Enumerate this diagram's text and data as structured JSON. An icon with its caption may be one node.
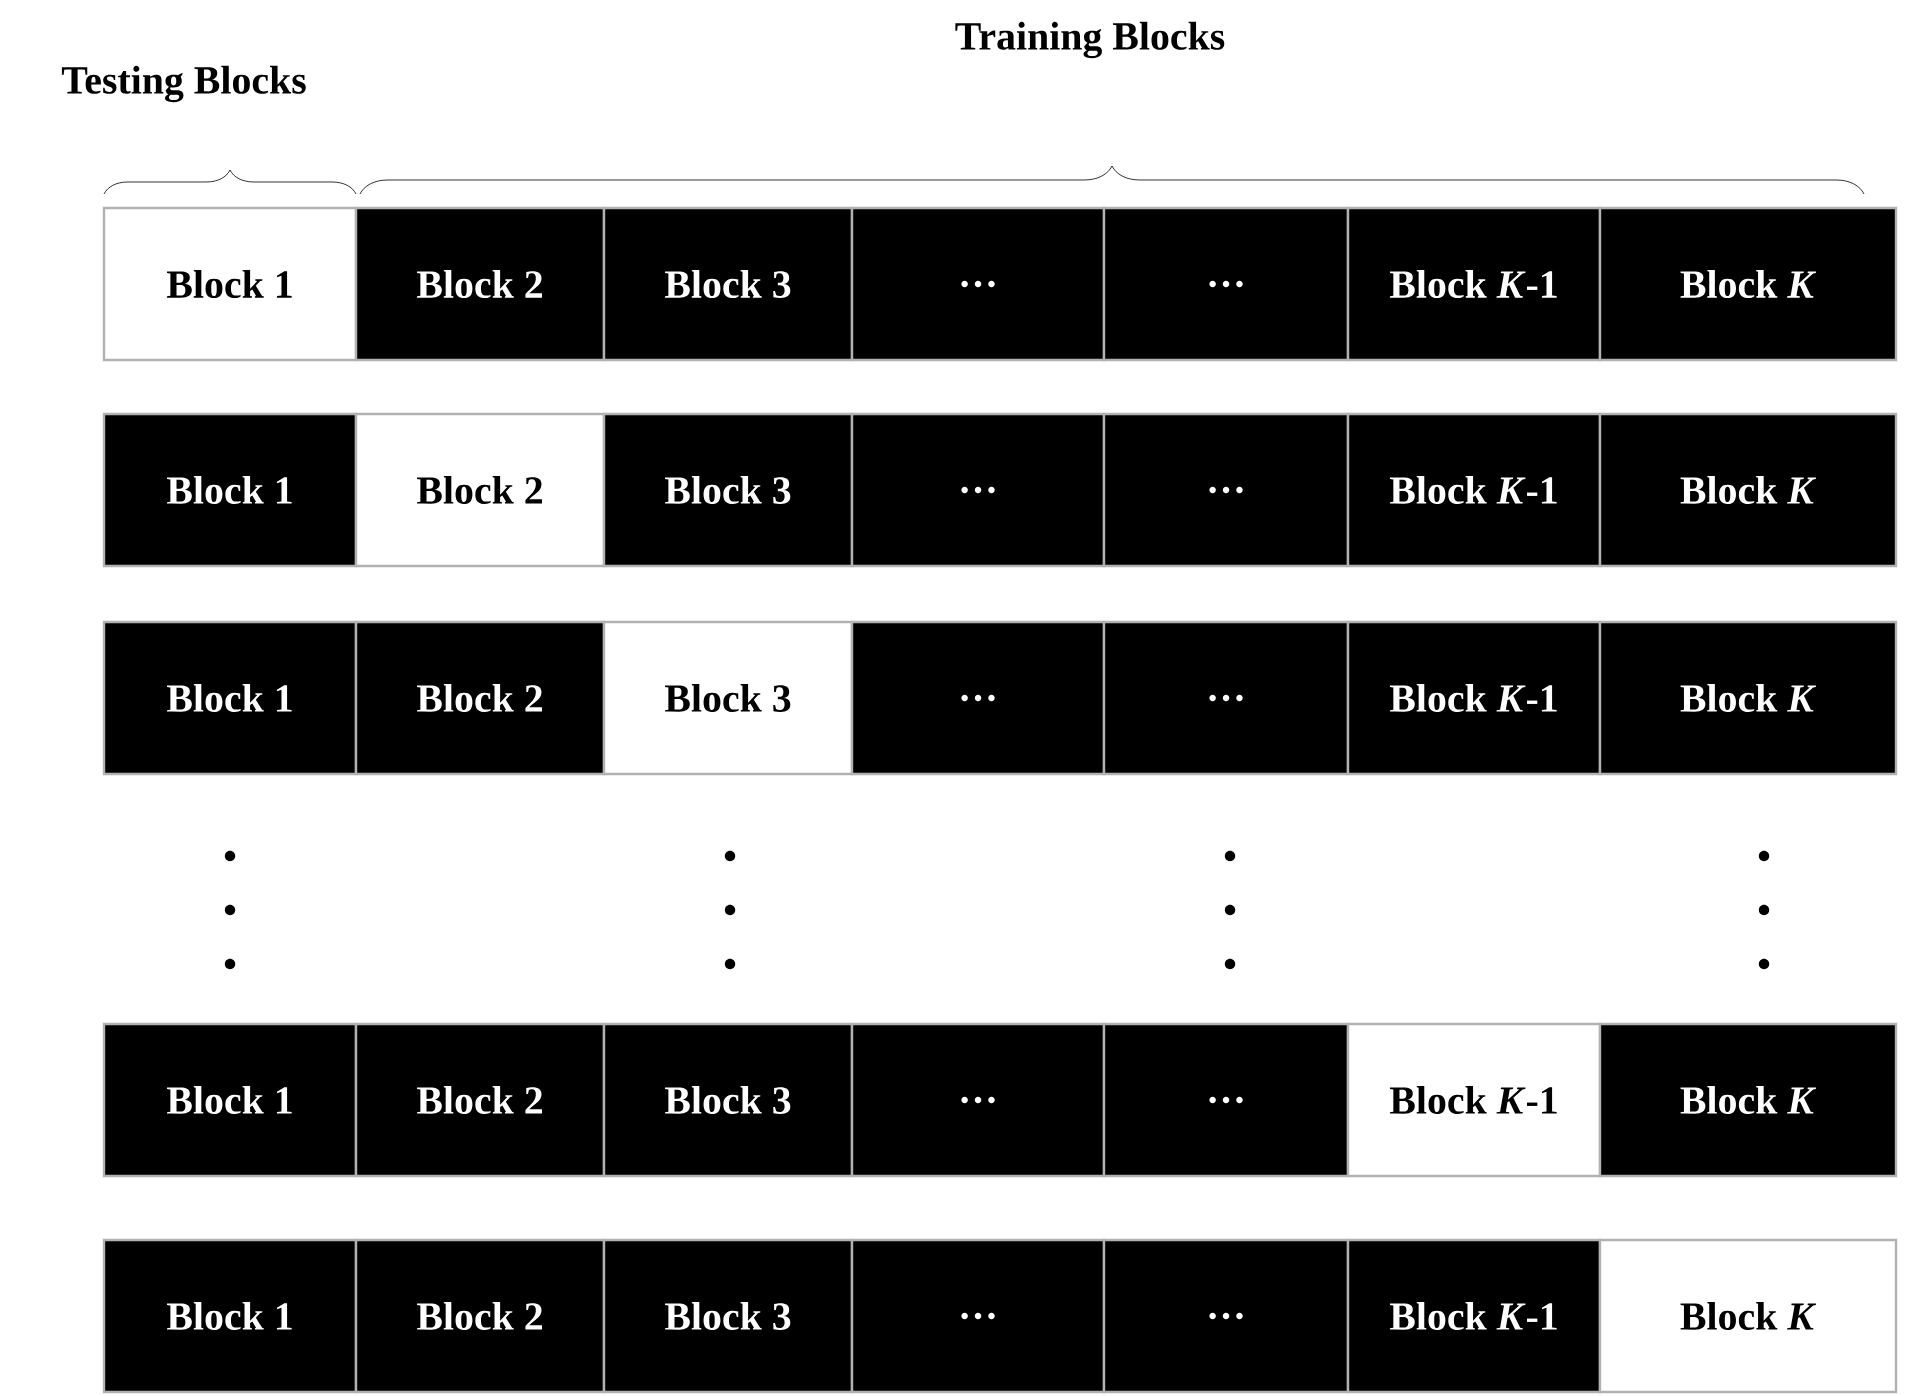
{
  "diagram": {
    "nodes": [
      {
        "text": [
          "Block 1"
        ]
      },
      {
        "text": [
          "Block 2"
        ]
      },
      {
        "text": [
          "Block 3"
        ]
      },
      {
        "text": [
          "…"
        ]
      },
      {
        "text": [
          "…"
        ]
      },
      {
        "text": [
          "Block *K*-1"
        ]
      },
      {
        "text": [
          "Block *K*"
        ]
      },
      {
        "text": [
          "Block 1"
        ]
      },
      {
        "text": [
          "Block 2"
        ]
      },
      {
        "text": [
          "Block 3"
        ]
      },
      {
        "text": [
          "…"
        ]
      },
      {
        "text": [
          "…"
        ]
      },
      {
        "text": [
          "Block *K*-1"
        ]
      },
      {
        "text": [
          "Block *K*"
        ]
      },
      {
        "text": [
          "Block 1"
        ]
      },
      {
        "text": [
          "Block 2"
        ]
      },
      {
        "text": [
          "Block 3"
        ]
      },
      {
        "text": [
          "…"
        ]
      },
      {
        "text": [
          "…"
        ]
      },
      {
        "text": [
          "Block *K*-1"
        ]
      },
      {
        "text": [
          "Block *K*"
        ]
      },
      {
        "text": [
          "Block 1"
        ]
      },
      {
        "text": [
          "Block 2"
        ]
      },
      {
        "text": [
          "Block 3"
        ]
      },
      {
        "text": [
          "…"
        ]
      },
      {
        "text": [
          "…"
        ]
      },
      {
        "text": [
          "Block *K*-1"
        ]
      },
      {
        "text": [
          "Block *K*"
        ]
      },
      {
        "text": [
          "Block 1"
        ]
      },
      {
        "text": [
          "Block 2"
        ]
      },
      {
        "text": [
          "Block 3"
        ]
      },
      {
        "text": [
          "…"
        ]
      },
      {
        "text": [
          "…"
        ]
      },
      {
        "text": [
          "Block *K*-1"
        ]
      },
      {
        "text": [
          "Block *K*"
        ]
      }
    ],
    "labels": [
      "Testing Blocks",
      "Training Blocks"
    ]
  }
}
